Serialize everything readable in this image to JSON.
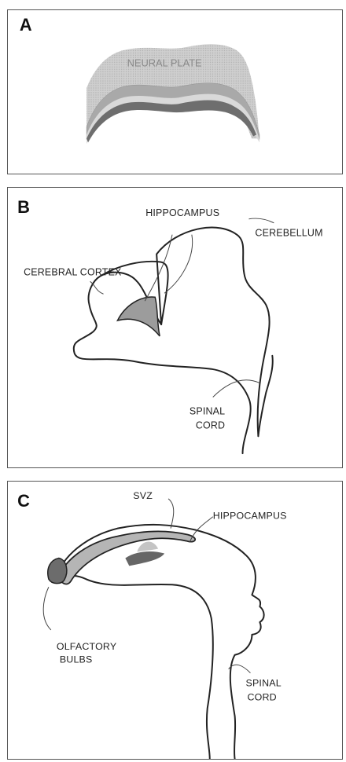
{
  "panels": {
    "a": {
      "letter": "A",
      "neural_plate": "NEURAL PLATE"
    },
    "b": {
      "letter": "B",
      "hippocampus": "HIPPOCAMPUS",
      "cerebral_cortex": "CEREBRAL CORTEX",
      "cerebellum": "CEREBELLUM",
      "spinal": "SPINAL",
      "cord": "CORD"
    },
    "c": {
      "letter": "C",
      "svz": "SVZ",
      "hippocampus": "HIPPOCAMPUS",
      "olfactory": "OLFACTORY",
      "bulbs": "BULBS",
      "spinal": "SPINAL",
      "cord": "CORD"
    }
  },
  "colors": {
    "plate_light": "#c8c8c8",
    "plate_mid": "#a6a6a6",
    "plate_dark": "#707070",
    "lumen": "#9a9a9a",
    "outline": "#222222"
  }
}
